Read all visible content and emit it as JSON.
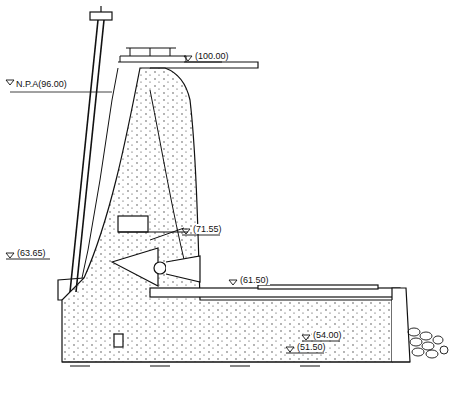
{
  "diagram": {
    "labels": [
      "(100.00)",
      "N.P.A(96.00)",
      "(71.55)",
      "(63.65)",
      "(61.50)",
      "(54.00)",
      "(51.50)"
    ]
  }
}
